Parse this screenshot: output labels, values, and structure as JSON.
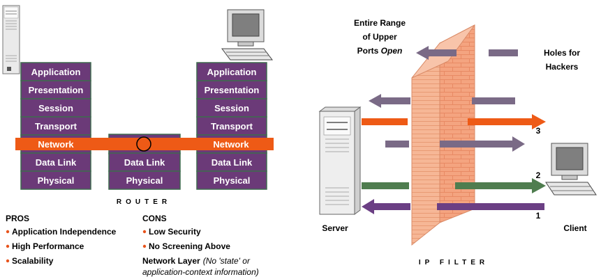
{
  "left_diagram": {
    "host_left_layers": [
      "Application",
      "Presentation",
      "Session",
      "Transport",
      "Network",
      "Data Link",
      "Physical"
    ],
    "router_layers": [
      "Data Link",
      "Physical"
    ],
    "host_right_layers": [
      "Application",
      "Presentation",
      "Session",
      "Transport",
      "Network",
      "Data Link",
      "Physical"
    ],
    "router_label": "ROUTER",
    "pros": {
      "title": "PROS",
      "items": [
        "Application Independence",
        "High Performance",
        "Scalability"
      ]
    },
    "cons": {
      "title": "CONS",
      "items": [
        "Low Security",
        "No Screening Above"
      ],
      "note_bold": "Network Layer",
      "note_italic_1": "(No 'state' or",
      "note_italic_2": "application-context information)"
    }
  },
  "right_diagram": {
    "top_left_caption_lines": [
      "Entire Range",
      "of Upper"
    ],
    "top_left_caption_last_plain": "Ports ",
    "top_left_caption_last_italic": "Open",
    "top_right_caption_lines": [
      "Holes for",
      "Hackers"
    ],
    "server_label": "Server",
    "client_label": "Client",
    "arrow_numbers": [
      "3",
      "2",
      "1"
    ],
    "filter_label": "IP FILTER"
  },
  "colors": {
    "layer_purple": "#6b3a78",
    "layer_border": "#3f6b4f",
    "network_orange": "#ee5a16",
    "wall_brick": "#f3a27a",
    "arrow_gray": "#7a6a86",
    "arrow_orange": "#ee5a16",
    "arrow_green": "#4f7d4f",
    "arrow_purple": "#6b3f84"
  }
}
